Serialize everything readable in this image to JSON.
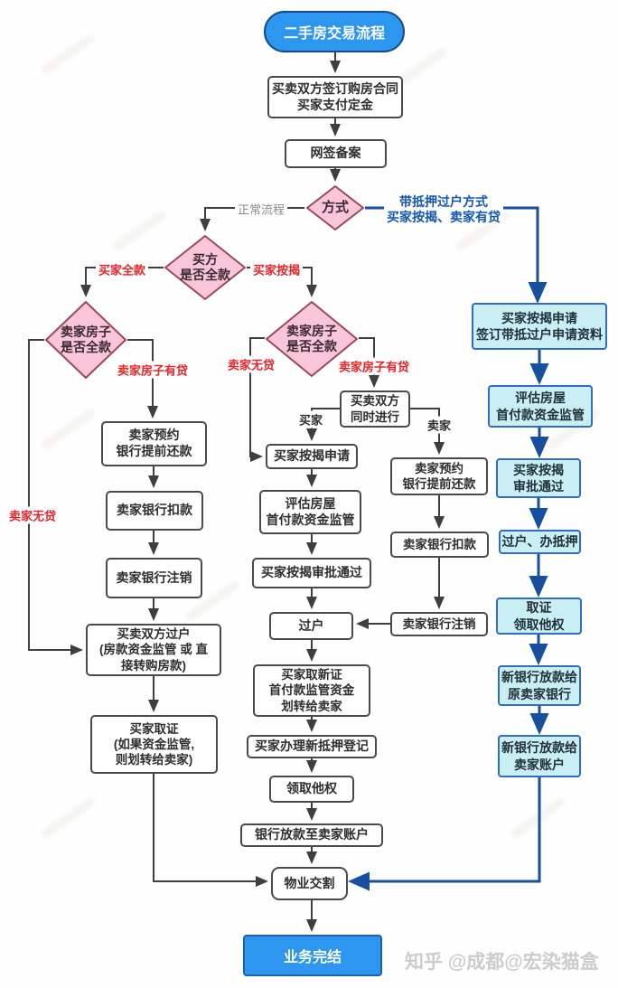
{
  "flow_title": "二手房交易流程",
  "nodes": {
    "start": "二手房交易流程",
    "sign_contract": [
      "买卖双方签订购房合同",
      "买家支付定金"
    ],
    "online_record": "网签备案",
    "method": "方式",
    "d_buyer": [
      "买方",
      "是否全款"
    ],
    "d_seller_left": [
      "卖家房子",
      "是否全款"
    ],
    "d_seller_right": [
      "卖家房子",
      "是否全款"
    ],
    "l_reserve": [
      "卖家预约",
      "银行提前还款"
    ],
    "l_deduct": "卖家银行扣款",
    "l_cancel": "卖家银行注销",
    "l_transfer": [
      "买卖双方过户",
      "(房款资金监管 或 直",
      "接转购房款)"
    ],
    "l_cert": [
      "买家取证",
      "(如果资金监管,",
      "则划转给卖家)"
    ],
    "simultaneous": [
      "买卖双方",
      "同时进行"
    ],
    "m_apply": "买家按揭申请",
    "m_assess": [
      "评估房屋",
      "首付款资金监管"
    ],
    "m_approve": "买家按揭审批通过",
    "m_transfer": "过户",
    "m_newcert": [
      "买家取新证",
      "首付款监管资金",
      "划转给卖家"
    ],
    "m_mortgage_reg": "买家办理新抵押登记",
    "m_taquan": "领取他权",
    "m_bank_pay": "银行放款至卖家账户",
    "m_property": "物业交割",
    "finish": "业务完结",
    "r_reserve": [
      "卖家预约",
      "银行提前还款"
    ],
    "r_deduct": "卖家银行扣款",
    "r_cancel": "卖家银行注销",
    "b_apply": [
      "买家按揭申请",
      "签订带抵过户申请资料"
    ],
    "b_assess": [
      "评估房屋",
      "首付款资金监管"
    ],
    "b_approve": [
      "买家按揭",
      "审批通过"
    ],
    "b_transfer": "过户、办抵押",
    "b_cert": [
      "取证",
      "领取他权"
    ],
    "b_pay_old_bank": [
      "新银行放款给",
      "原卖家银行"
    ],
    "b_pay_seller": [
      "新银行放款给",
      "卖家账户"
    ]
  },
  "edge_labels": {
    "normal_flow": "正常流程",
    "with_mortgage": [
      "带抵押过户方式",
      "买家按揭、卖家有贷"
    ],
    "buyer_full": "买家全款",
    "buyer_mortgage": "买家按揭",
    "seller_has_loan_left": "卖家房子有贷",
    "seller_no_loan_far_left": "卖家无贷",
    "seller_no_loan_mid": "卖家无贷",
    "seller_has_loan_right": "卖家房子有贷",
    "buyer_tag": "买家",
    "seller_tag": "卖家"
  },
  "watermark": "知乎 @成都@宏染猫盒",
  "colors": {
    "start_end_fill": "#2d96ee",
    "flow_blue_line": "#164f9e",
    "blue_label_text": "#1457ad",
    "diamond_fill": "#f8c6d8",
    "diamond_border": "#9a4760",
    "cyan_fill": "#c9eef3",
    "cyan_border": "#2f6ec0",
    "box_border": "#4a4a4a",
    "red_label": "#e6252b",
    "gray_label": "#8c8c8c"
  }
}
